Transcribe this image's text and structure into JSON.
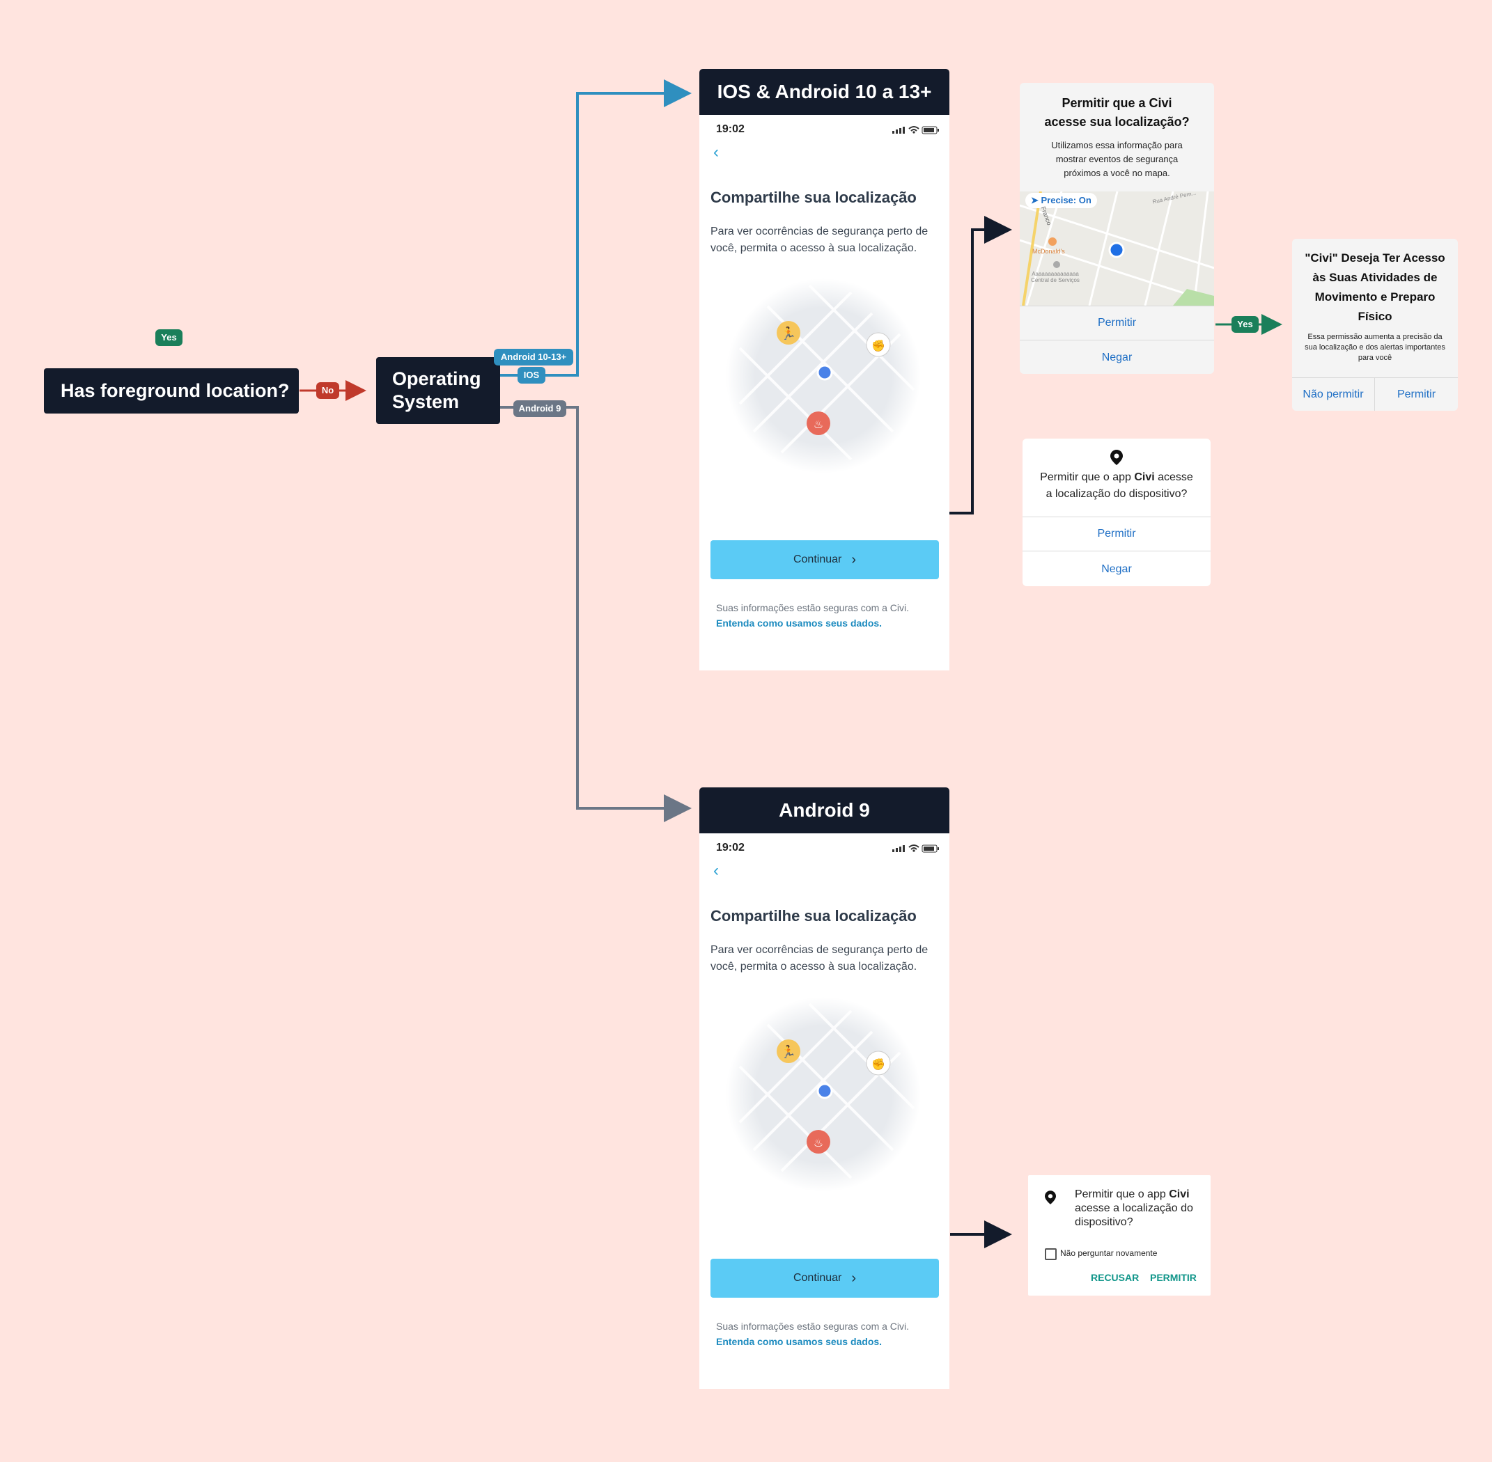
{
  "flow": {
    "start_node": "Has foreground location?",
    "yes_label": "Yes",
    "no_label": "No",
    "os_node": "Operating System",
    "branch_android10": "Android 10-13+",
    "branch_ios": "IOS",
    "branch_android9": "Android 9",
    "yes_label_2": "Yes"
  },
  "screen_top": {
    "header": "IOS & Android 10 a 13+",
    "time": "19:02",
    "back": "‹",
    "title": "Compartilhe sua localização",
    "description": "Para ver ocorrências de segurança perto de você, permita o acesso à sua localização.",
    "button": "Continuar",
    "button_chevron": "›",
    "note": "Suas informações estão seguras com a Civi.",
    "link": "Entenda como usamos seus dados."
  },
  "screen_bottom": {
    "header": "Android 9",
    "time": "19:02",
    "back": "‹",
    "title": "Compartilhe sua localização",
    "description": "Para ver ocorrências de segurança perto de você, permita o acesso à sua localização.",
    "button": "Continuar",
    "button_chevron": "›",
    "note": "Suas informações estão seguras com a Civi.",
    "link": "Entenda como usamos seus dados."
  },
  "ios_dialog": {
    "title": "Permitir que a Civi acesse sua localização?",
    "body": "Utilizamos essa informação para mostrar eventos de segurança próximos a você no mapa.",
    "precise": "Precise: On",
    "map_street_1": "Rua André Pern...",
    "map_street_2": "Franco",
    "map_poi": "McDonald's",
    "map_poi_2": "Aaaaaaaaaaaaaaa Central de Serviços",
    "allow": "Permitir",
    "deny": "Negar"
  },
  "motion_dialog": {
    "title": "\"Civi\" Deseja Ter Acesso às Suas Atividades de Movimento e Preparo Físico",
    "body": "Essa permissão aumenta a precisão da sua localização e dos alertas importantes para você",
    "deny": "Não permitir",
    "allow": "Permitir"
  },
  "android10_dialog": {
    "text_before": "Permitir que o app ",
    "app": "Civi",
    "text_after": " acesse a localização do dispositivo?",
    "allow": "Permitir",
    "deny": "Negar"
  },
  "android9_dialog": {
    "text_before": "Permitir que o app ",
    "app": "Civi",
    "text_after": " acesse a localização do dispositivo?",
    "checkbox": "Não perguntar novamente",
    "refuse": "RECUSAR",
    "allow": "PERMITIR"
  },
  "colors": {
    "background": "#ffe4df",
    "node": "#131b2b",
    "blue_branch": "#2f8fbf",
    "gray_branch": "#6b7686",
    "no_red": "#c0392b",
    "yes_green": "#1a7f5a",
    "button": "#5bcbf5"
  }
}
